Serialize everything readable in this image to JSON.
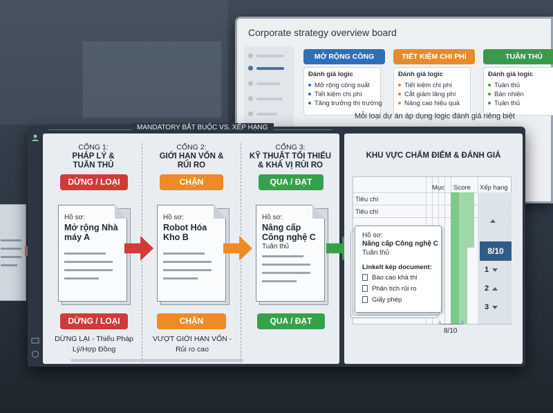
{
  "board": {
    "title": "Corporate strategy overview board",
    "categories": [
      {
        "label": "MỞ RỘNG CÔNG SUẤT",
        "color": "#2f6fb8",
        "heading": "Đánh giá logic",
        "items": [
          "Mở rộng công suất",
          "Tiết kiệm chi phí",
          "Tăng trưởng thị trường"
        ],
        "bullet": "#2f6fb8"
      },
      {
        "label": "TIẾT KIỆM CHI PHÍ",
        "color": "#e88a2a",
        "heading": "Đánh giá logic",
        "items": [
          "Tiết kiệm chi phí",
          "Cắt giảm lãng phí",
          "Nâng cao hiệu quả"
        ],
        "bullet": "#e88a2a"
      },
      {
        "label": "TUÂN THỦ",
        "color": "#3a9a4a",
        "heading": "Đánh giá logic",
        "items": [
          "Tuân thủ",
          "Bản nhiên",
          "Tuân thủ"
        ],
        "bullet": "#3a9a4a"
      }
    ],
    "note": "Mỗi loại dự án áp dụng logic đánh giá riêng biệt"
  },
  "main": {
    "top_label": "MANDATORY BẮT BUỘC VS. XẾP HẠNG",
    "gates": [
      {
        "gate": "CỔNG 1:",
        "title": "PHÁP LÝ & TUÂN THỦ",
        "top_pill": "DỪNG / LOẠI",
        "doc_label": "Hồ sơ:",
        "doc_title": "Mở rộng Nhà máy A",
        "doc_sub": "",
        "bottom_pill": "DỪNG / LOẠI",
        "caption": "DỪNG LẠI - Thiếu Pháp Lý/Hợp Đồng"
      },
      {
        "gate": "CỔNG 2:",
        "title": "GIỚI HẠN VỐN & RỦI RO",
        "top_pill": "CHẶN",
        "doc_label": "Hồ sơ:",
        "doc_title": "Robot Hóa Kho B",
        "doc_sub": "",
        "bottom_pill": "CHẶN",
        "caption": "VƯỢT GIỚI HẠN VỐN - Rủi ro cao"
      },
      {
        "gate": "CỔNG 3:",
        "title": "KỸ THUẬT TỐI THIỂU & KHẢ VỊ RỦI RO",
        "top_pill": "QUA / ĐẠT",
        "doc_label": "Hồ sơ:",
        "doc_title": "Nâng cấp Công nghệ C",
        "doc_sub": "Tuân thủ",
        "bottom_pill": "QUA / ĐẠT",
        "caption": ""
      }
    ]
  },
  "scoring": {
    "title": "KHU VỰC CHẤM ĐIỂM & ĐÁNH GIÁ",
    "headers": {
      "muc": "Mục",
      "score": "Score",
      "rank": "Xếp hạng"
    },
    "rows": [
      "Tiêu chí",
      "Tiêu chí"
    ],
    "selected_rank": "8/10",
    "ranks": [
      "1",
      "2",
      "3"
    ],
    "card": {
      "label": "Hồ sơ:",
      "title": "Nâng cấp Công nghệ C",
      "sub": "Tuân thủ",
      "links_heading": "Linkelt kép document:",
      "links": [
        "Báo cáo khả thi",
        "Phân tích rủi ro",
        "Giấy phép"
      ]
    },
    "score_under": "8/10"
  },
  "colors": {
    "red": "#d23a37",
    "orange": "#ef8a25",
    "green": "#35a14a"
  }
}
